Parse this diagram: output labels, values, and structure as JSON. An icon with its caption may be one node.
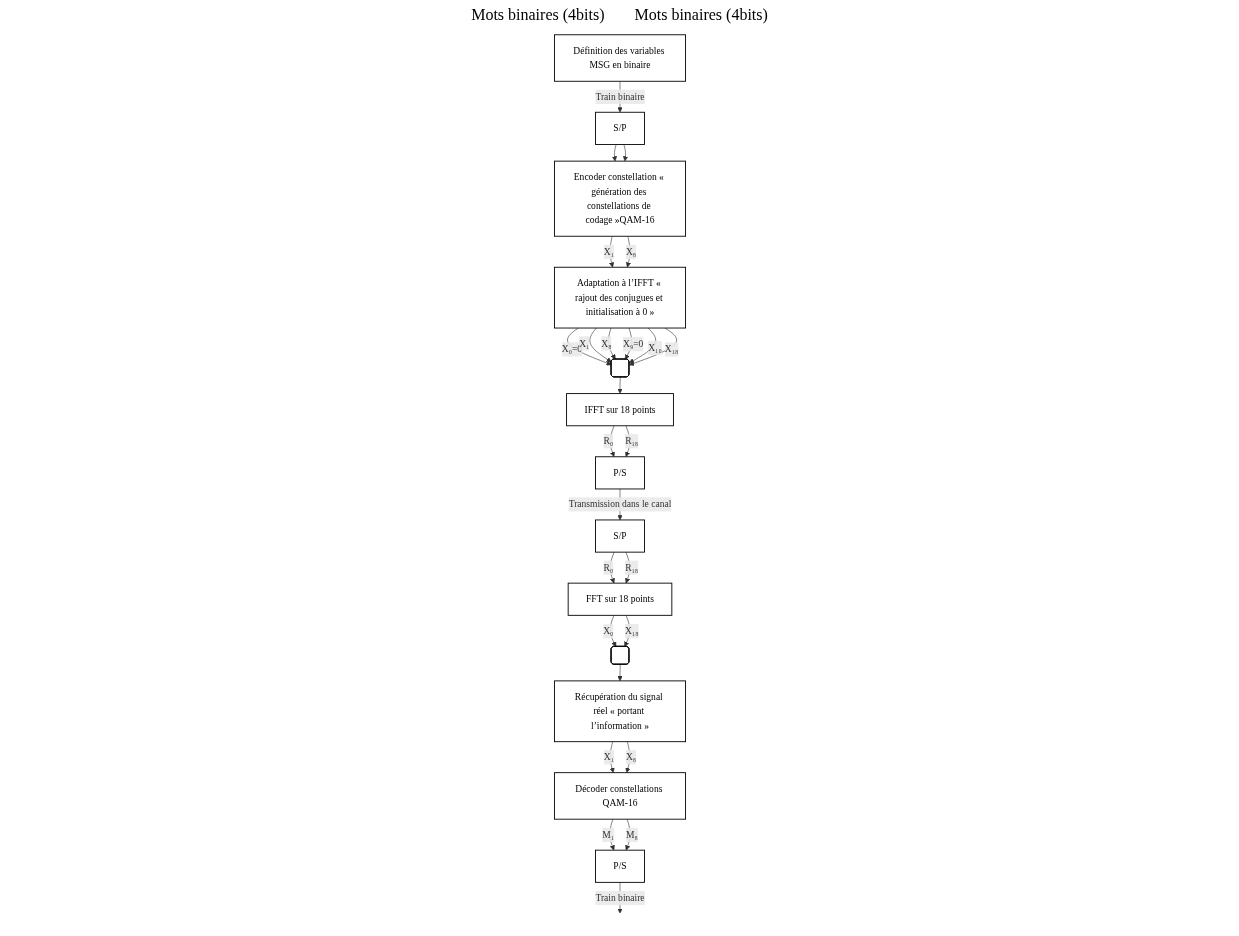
{
  "diagram": {
    "nodes": [
      {
        "text": [
          "Définition des variables MSG en binaire"
        ]
      },
      {
        "text": [
          "S/P"
        ]
      },
      {
        "text": [
          "Encoder constellation « génération des constellations de codage »QAM-16"
        ]
      },
      {
        "text": [
          "Adaptation à l’IFFT « rajout des conjugues et initialisation à 0 »"
        ]
      },
      {
        "text": [],
        "shape": "bracket"
      },
      {
        "text": [],
        "shape": "bracket"
      },
      {
        "text": [
          "FFT sur 18 points"
        ]
      },
      {
        "text": [
          "S/P"
        ]
      },
      {
        "text": [
          "P/S"
        ]
      },
      {
        "text": [
          "IFFT sur 18 points"
        ]
      },
      {
        "text": [
          "Récupération du signal réel « portant l’information »"
        ]
      },
      {
        "text": [
          "Décoder constellations QAM-16"
        ]
      },
      {
        "text": [
          "P/S"
        ]
      }
    ],
    "edges": [
      {
        "from": 0,
        "to": 1,
        "arrow": "to",
        "label": "Train binaire"
      },
      {
        "from": 1,
        "to": 2,
        "arrow": "to"
      },
      {
        "from": 1,
        "to": 2,
        "arrow": "to"
      },
      {
        "from": 2,
        "to": 3,
        "arrow": "to",
        "label": "X₁"
      },
      {
        "from": 2,
        "to": 3,
        "arrow": "to",
        "label": "X₈"
      },
      {
        "from": 3,
        "to": 4,
        "arrow": "to",
        "label": "X₀=0"
      },
      {
        "from": 3,
        "to": 4,
        "arrow": "to",
        "label": "X₁"
      },
      {
        "from": 3,
        "to": 4,
        "arrow": "to",
        "label": "X₈"
      },
      {
        "from": 3,
        "to": 4,
        "arrow": "to",
        "label": "X₉=0"
      },
      {
        "from": 3,
        "to": 4,
        "arrow": "to",
        "label": "X₁₀"
      },
      {
        "from": 3,
        "to": 4,
        "arrow": "to",
        "label": "X₁₈"
      },
      {
        "from": 4,
        "to": 9,
        "arrow": "to"
      },
      {
        "from": 9,
        "to": 8,
        "arrow": "to",
        "label": "R₀"
      },
      {
        "from": 9,
        "to": 8,
        "arrow": "to",
        "label": "R₁₈"
      },
      {
        "from": 8,
        "to": 7,
        "arrow": "to",
        "label": "Transmission dans le canal"
      },
      {
        "from": 7,
        "to": 6,
        "arrow": "to",
        "label": "R₀"
      },
      {
        "from": 7,
        "to": 6,
        "arrow": "to",
        "label": "R₁₈"
      },
      {
        "from": 6,
        "to": 5,
        "arrow": "to",
        "label": "X₀"
      },
      {
        "from": 6,
        "to": 5,
        "arrow": "to",
        "label": "X₁₈"
      },
      {
        "from": 5,
        "to": 10,
        "arrow": "to"
      },
      {
        "from": 10,
        "to": 11,
        "arrow": "to",
        "label": "X₁"
      },
      {
        "from": 10,
        "to": 11,
        "arrow": "to",
        "label": "X₈"
      },
      {
        "from": 11,
        "to": 12,
        "arrow": "to",
        "label": "M₁"
      },
      {
        "from": 11,
        "to": 12,
        "arrow": "to",
        "label": "M₈"
      },
      {
        "from": 12,
        "to": null,
        "arrow": "to",
        "label": "Train binaire"
      }
    ],
    "labels": [
      "Mots binaires (4bits)",
      "Mots binaires (4bits)"
    ]
  }
}
